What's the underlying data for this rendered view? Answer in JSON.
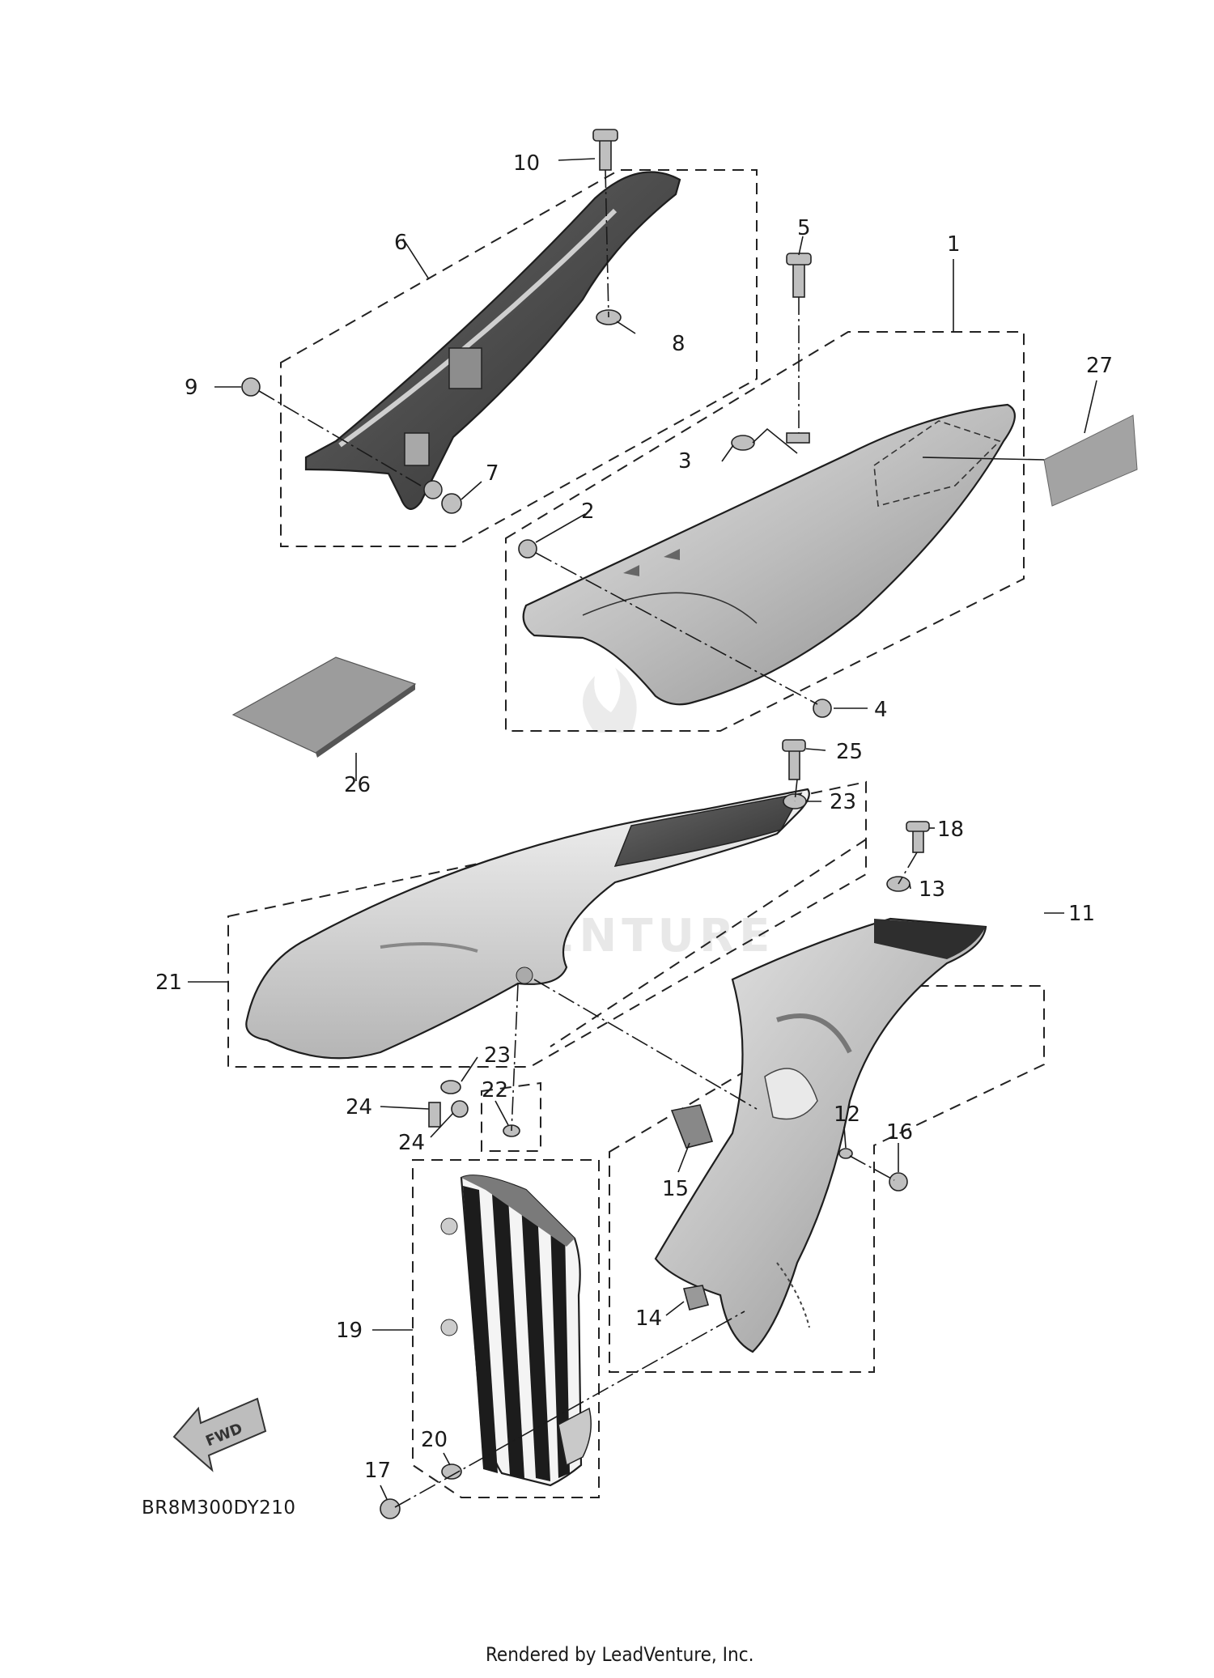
{
  "diagram": {
    "code": "BR8M300DY210",
    "credit": "Rendered by LeadVenture, Inc.",
    "watermark": "ADVENTURE",
    "fwd_label": "FWD",
    "colors": {
      "line": "#1e1e1e",
      "shade": "#9a9a9a",
      "light": "#d8d8d8",
      "dark": "#4a4a4a"
    },
    "callouts": {
      "c1": "1",
      "c2": "2",
      "c3": "3",
      "c4": "4",
      "c5": "5",
      "c6": "6",
      "c7": "7",
      "c8": "8",
      "c9": "9",
      "c10": "10",
      "c11": "11",
      "c12": "12",
      "c13": "13",
      "c14": "14",
      "c15": "15",
      "c16": "16",
      "c17": "17",
      "c18": "18",
      "c19": "19",
      "c20": "20",
      "c21": "21",
      "c22": "22",
      "c23a": "23",
      "c23b": "23",
      "c24a": "24",
      "c24b": "24",
      "c25": "25",
      "c26": "26",
      "c27": "27"
    }
  }
}
